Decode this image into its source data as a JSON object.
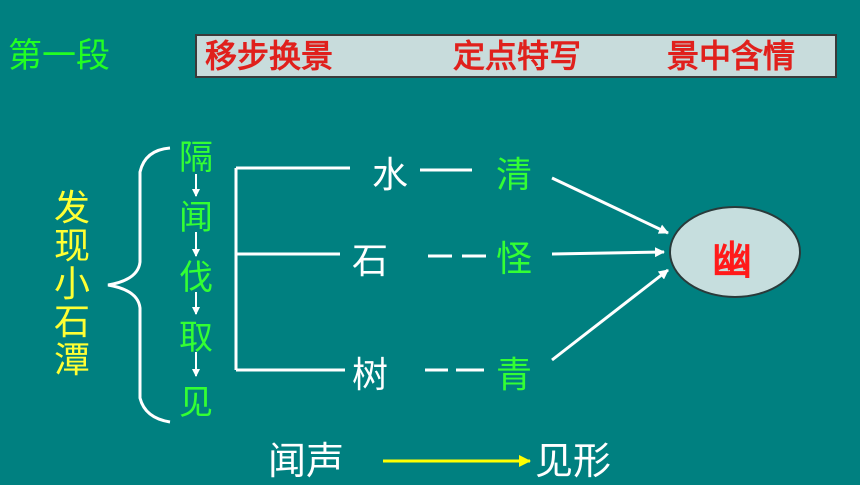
{
  "section_title": "第一段",
  "banner": [
    "移步换景",
    "定点特写",
    "景中含情"
  ],
  "vertical_label": [
    "发",
    "现",
    "小",
    "石",
    "潭"
  ],
  "steps": [
    "隔",
    "闻",
    "伐",
    "取",
    "见"
  ],
  "objects": [
    "水",
    "石",
    "树"
  ],
  "qualities": [
    "清",
    "怪",
    "青"
  ],
  "center_word": "幽",
  "bottom": {
    "left": "闻声",
    "right": "见形"
  },
  "colors": {
    "background": "#008080",
    "step_text": "#33ff33",
    "label_text": "#ffff33",
    "banner_text": "#e0201c",
    "ellipse_fill": "#c6dede",
    "arrow": "#ffffff",
    "bottom_arrow": "#ffff00"
  }
}
